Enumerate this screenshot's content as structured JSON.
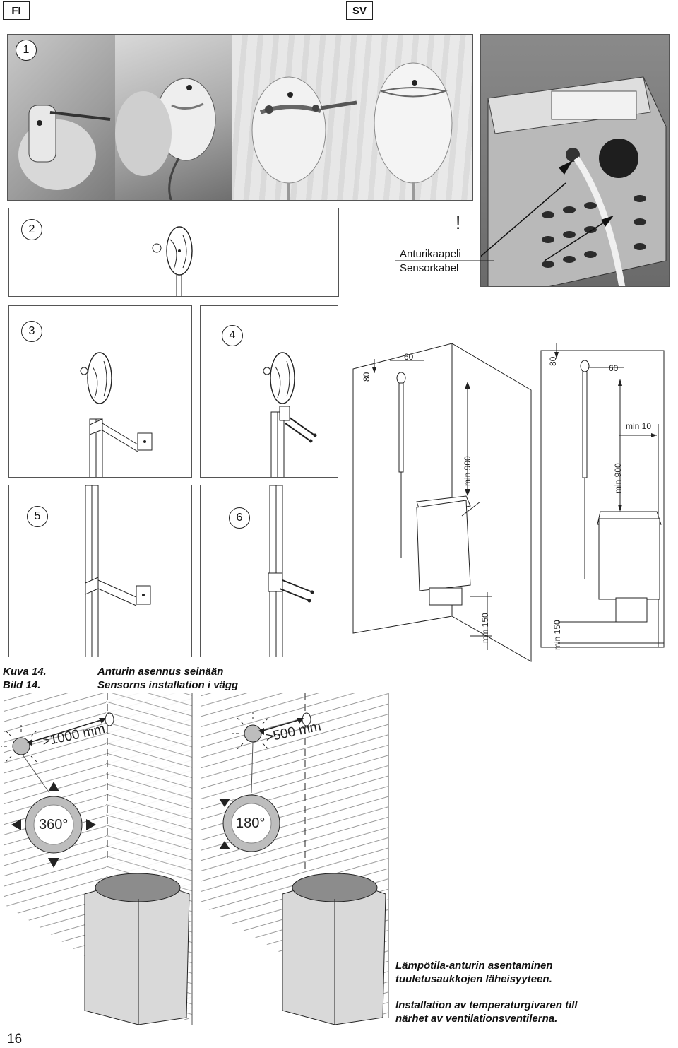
{
  "header": {
    "tab_left": "FI",
    "tab_right": "SV"
  },
  "steps": [
    "1",
    "2",
    "3",
    "4",
    "5",
    "6"
  ],
  "sensor_cable": {
    "exclamation": "!",
    "label_fi": "Anturikaapeli",
    "label_sv": "Sensorkabel"
  },
  "dimensions": {
    "top_80": "80",
    "top_60": "60",
    "min_900": "min 900",
    "min_150": "min 150",
    "min_10": "min 10"
  },
  "caption": {
    "label_fi": "Kuva 14.",
    "label_sv": "Bild 14.",
    "title_fi": "Anturin asennus seinään",
    "title_sv": "Sensorns installation i vägg"
  },
  "placement": {
    "dist_left": ">1000 mm",
    "dist_right": ">500 mm",
    "angle_left": "360°",
    "angle_right": "180°"
  },
  "note": {
    "fi_line1": "Lämpötila-anturin asentaminen",
    "fi_line2": "tuuletusaukkojen läheisyyteen.",
    "sv_line1": "Installation av temperaturgivaren till",
    "sv_line2": "närhet av ventilationsventilerna."
  },
  "page_number": "16"
}
